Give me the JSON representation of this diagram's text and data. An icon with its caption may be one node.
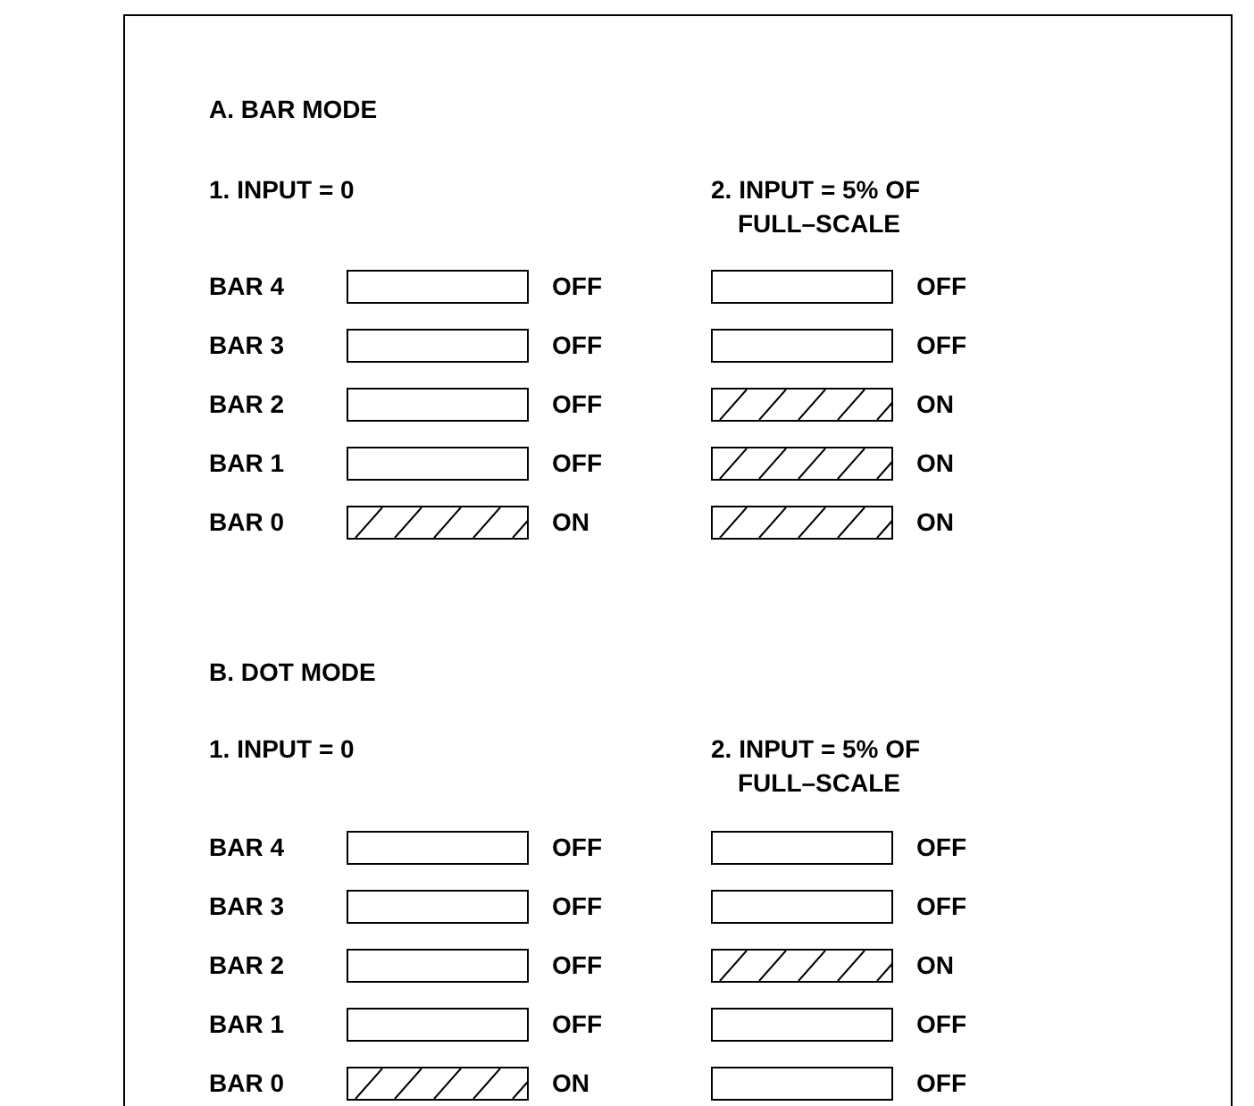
{
  "diagram": {
    "nodes": [
      {
        "text": [],
        "shape": "box",
        "beside": [
          "BAR 4",
          "OFF"
        ]
      },
      {
        "text": [],
        "shape": "box",
        "beside": [
          "OFF"
        ]
      },
      {
        "text": [],
        "shape": "box",
        "beside": [
          "BAR 3",
          "OFF"
        ]
      },
      {
        "text": [],
        "shape": "box",
        "beside": [
          "OFF"
        ]
      },
      {
        "text": [],
        "shape": "box",
        "beside": [
          "BAR 2",
          "OFF"
        ]
      },
      {
        "text": [],
        "shape": "box",
        "beside": [
          "ON"
        ]
      },
      {
        "text": [],
        "shape": "box",
        "beside": [
          "BAR 1",
          "OFF"
        ]
      },
      {
        "text": [],
        "shape": "box",
        "beside": [
          "ON"
        ]
      },
      {
        "text": [],
        "shape": "box",
        "beside": [
          "BAR 0",
          "ON"
        ]
      },
      {
        "text": [],
        "shape": "box",
        "beside": [
          "ON"
        ]
      },
      {
        "text": [],
        "shape": "box",
        "beside": [
          "BAR 4",
          "OFF"
        ]
      },
      {
        "text": [],
        "shape": "box",
        "beside": [
          "OFF"
        ]
      },
      {
        "text": [],
        "shape": "box",
        "beside": [
          "BAR 3",
          "OFF"
        ]
      },
      {
        "text": [],
        "shape": "box",
        "beside": [
          "OFF"
        ]
      },
      {
        "text": [],
        "shape": "box",
        "beside": [
          "BAR 2",
          "OFF"
        ]
      },
      {
        "text": [],
        "shape": "box",
        "beside": [
          "ON"
        ]
      },
      {
        "text": [],
        "shape": "box",
        "beside": [
          "BAR 1",
          "OFF"
        ]
      },
      {
        "text": [],
        "shape": "box",
        "beside": [
          "OFF"
        ]
      },
      {
        "text": [],
        "shape": "box",
        "beside": [
          "BAR 0",
          "ON"
        ]
      },
      {
        "text": [],
        "shape": "box",
        "beside": [
          "OFF"
        ]
      }
    ],
    "labels": [
      "A. BAR MODE",
      "1. INPUT = 0",
      "2. INPUT = 5% OF FULL–SCALE",
      "B. DOT MODE",
      "1. INPUT = 0",
      "2. INPUT = 5% OF FULL–SCALE"
    ]
  }
}
